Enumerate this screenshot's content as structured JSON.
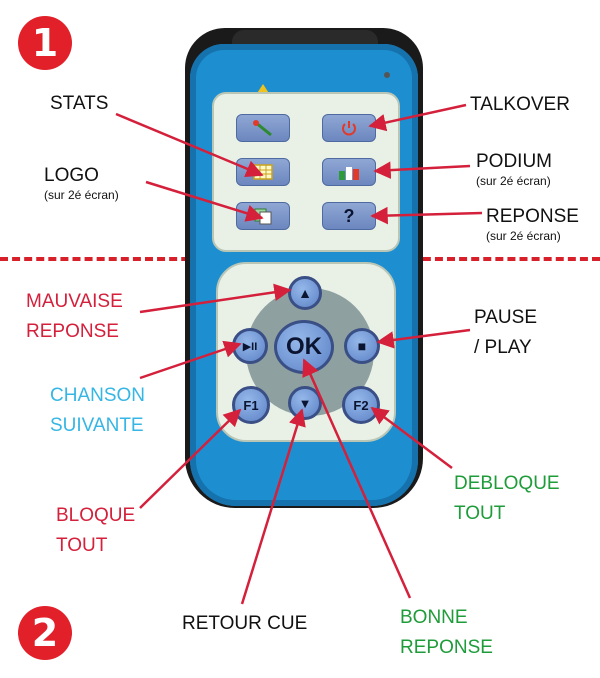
{
  "badges": {
    "one": "1",
    "two": "2"
  },
  "labels": {
    "stats": "STATS",
    "talkover": "TALKOVER",
    "logo": "LOGO",
    "logo_sub": "(sur 2é écran)",
    "podium": "PODIUM",
    "podium_sub": "(sur 2é écran)",
    "reponse": "REPONSE",
    "reponse_sub": "(sur 2é écran)",
    "mauvaise_1": "MAUVAISE",
    "mauvaise_2": "REPONSE",
    "pause_1": "PAUSE",
    "pause_2": "/ PLAY",
    "chanson_1": "CHANSON",
    "chanson_2": "SUIVANTE",
    "bloque_1": "BLOQUE",
    "bloque_2": "TOUT",
    "debloque_1": "DEBLOQUE",
    "debloque_2": "TOUT",
    "retour": "RETOUR CUE",
    "bonne_1": "BONNE",
    "bonne_2": "REPONSE"
  },
  "buttons": {
    "question": "?",
    "ok": "OK",
    "f1": "F1",
    "f2": "F2",
    "up": "▲",
    "down": "▼",
    "play_pause": "▶II",
    "stop": "■"
  },
  "colors": {
    "red": "#d4203b",
    "blue": "#36b6e4",
    "green": "#1f9c3a",
    "remote_blue": "#1d8fd0"
  }
}
